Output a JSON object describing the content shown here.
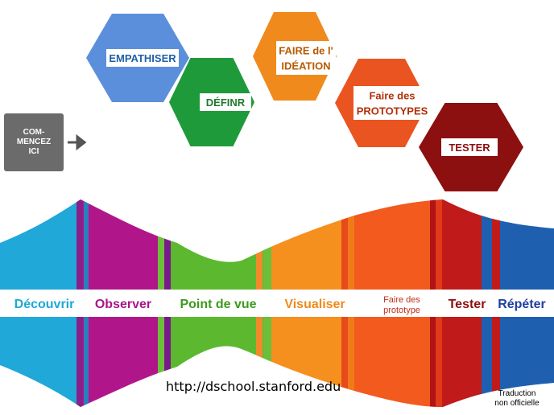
{
  "start": {
    "label": "COM-\nMENCEZ\nICI"
  },
  "steps": [
    {
      "lines": [
        "EMPATHISER"
      ],
      "color": "#5b8fdc",
      "text_color": "#1f5fa8"
    },
    {
      "lines": [
        "DÉFINR"
      ],
      "color": "#1f9a3a",
      "text_color": "#1f7a2e"
    },
    {
      "lines": [
        "FAIRE de l'",
        "IDÉATION"
      ],
      "color": "#f08a1c",
      "text_color": "#b85a00"
    },
    {
      "lines": [
        "Faire des",
        "PROTOTYPES"
      ],
      "color": "#ea5420",
      "text_color": "#b0300a"
    },
    {
      "lines": [
        "TESTER"
      ],
      "color": "#8c1010",
      "text_color": "#8c1010"
    }
  ],
  "band": {
    "segments": [
      {
        "label": "Découvrir",
        "color": "#1fa8d8",
        "text_color": "#1fa8d8"
      },
      {
        "label": "Observer",
        "color": "#b0168a",
        "text_color": "#a8168a"
      },
      {
        "label": "Point de vue",
        "color": "#5cb82e",
        "text_color": "#3d9a1e"
      },
      {
        "label": "Visualiser",
        "color": "#f5901e",
        "text_color": "#f08a1c"
      },
      {
        "label": "Faire des prototype",
        "color": "#f25a1e",
        "text_color": "#c0301a"
      },
      {
        "label": "Tester",
        "color": "#c01a1a",
        "text_color": "#8c1010"
      },
      {
        "label": "Répéter",
        "color": "#1f5fb0",
        "text_color": "#1f3fa0"
      }
    ]
  },
  "footer": {
    "url": "http://dschool.stanford.edu",
    "note_line1": "Traduction",
    "note_line2": "non officielle"
  }
}
